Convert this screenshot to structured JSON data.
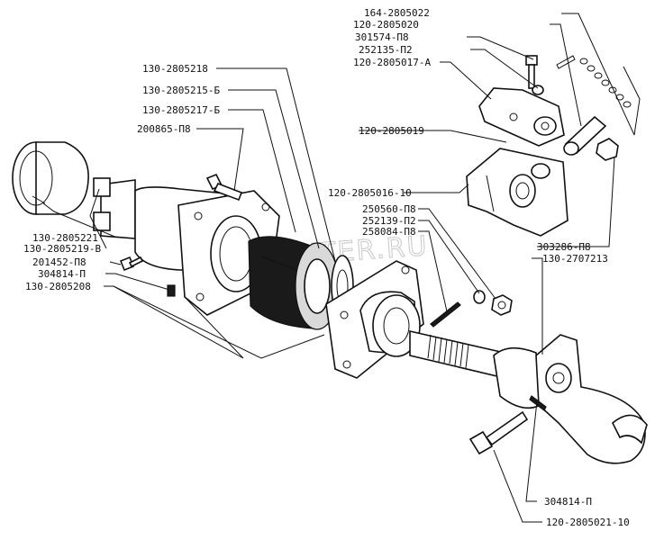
{
  "watermark": "AUTOPITER.RU",
  "labels": {
    "l1": "164-2805022",
    "l2": "120-2805020",
    "l3": "301574-П8",
    "l4": "252135-П2",
    "l5": "120-2805017-А",
    "l6": "130-2805218",
    "l7": "130-2805215-Б",
    "l8": "130-2805217-Б",
    "l9": "200865-П8",
    "l10": "120-2805019",
    "l11": "120-2805016-10",
    "l12": "250560-П8",
    "l13": "252139-П2",
    "l14": "258084-П8",
    "l15": "130-2805221",
    "l16": "130-2805219-В",
    "l17": "201452-П8",
    "l18": "304814-П",
    "l19": "130-2805208",
    "l20": "303286-П8",
    "l21": "130-2707213",
    "l22": "304814-П",
    "l23": "120-2805021-10"
  }
}
